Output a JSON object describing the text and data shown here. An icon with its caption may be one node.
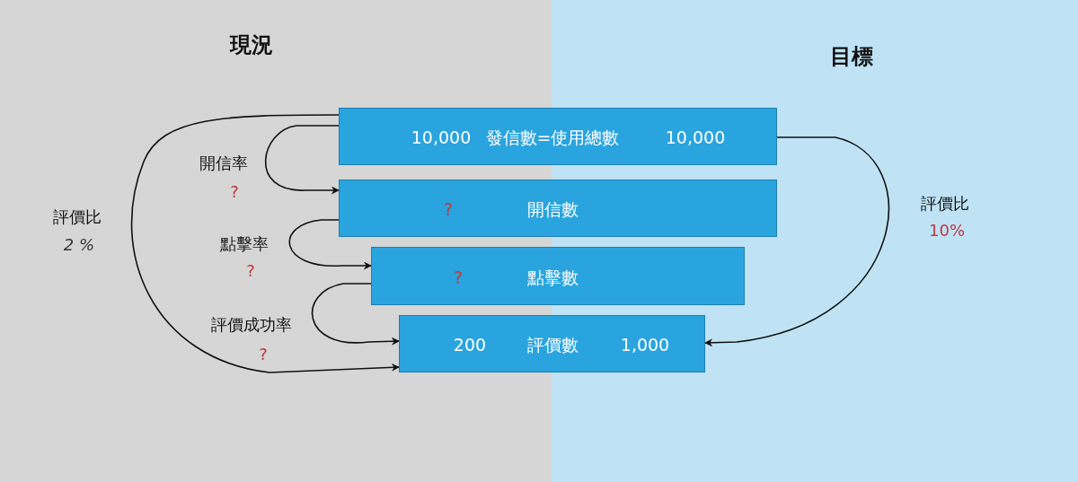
{
  "diagram": {
    "nodes": [
      {
        "text": [
          "10,000",
          "發信數=使用總數",
          "10,000"
        ]
      },
      {
        "text": [
          "?",
          "開信數"
        ]
      },
      {
        "text": [
          "?",
          "點擊數"
        ]
      },
      {
        "text": [
          "200",
          "評價數",
          "1,000"
        ]
      }
    ],
    "edges": [
      {
        "from": 0,
        "to": 1,
        "arrow": "to"
      },
      {
        "from": 1,
        "to": 2,
        "arrow": "to"
      },
      {
        "from": 2,
        "to": 3,
        "arrow": "to"
      },
      {
        "from": 0,
        "to": 3,
        "arrow": "to"
      },
      {
        "from": 0,
        "to": 3,
        "arrow": "to"
      }
    ],
    "labels": [
      "現況",
      "目標",
      "評價比",
      "2 %",
      "開信率",
      "?",
      "點擊率",
      "?",
      "評價成功率",
      "?",
      "評價比",
      "10%"
    ]
  }
}
